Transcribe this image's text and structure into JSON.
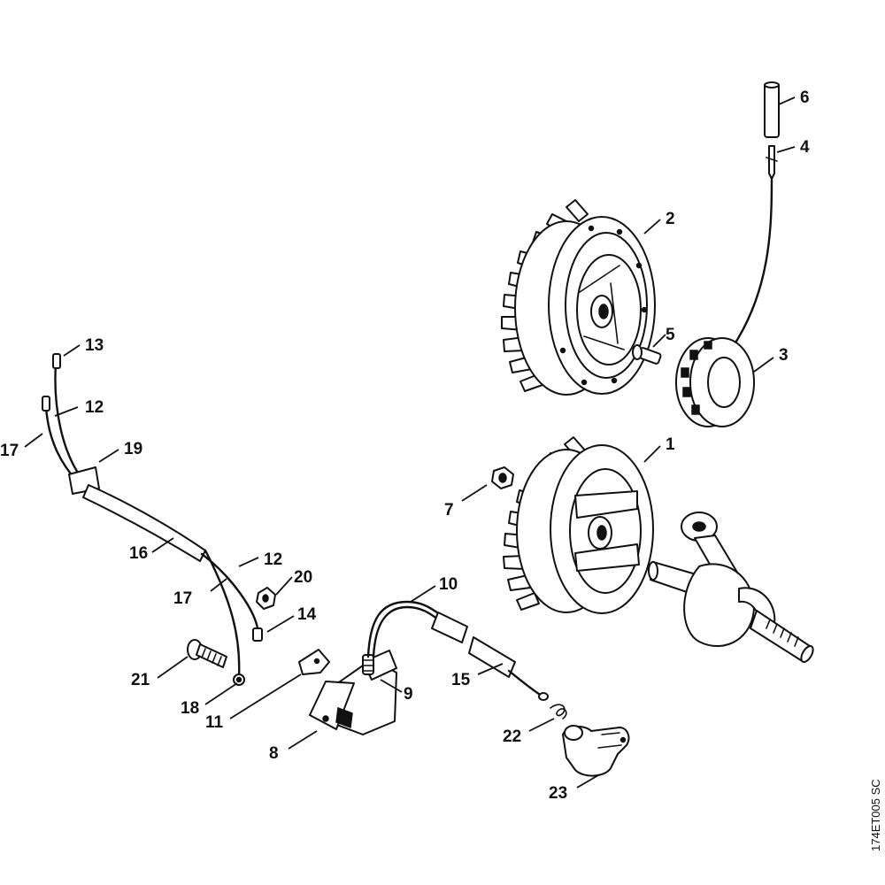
{
  "drawing_code": "174ET005 SC",
  "callouts": [
    {
      "id": "c6",
      "label": "6"
    },
    {
      "id": "c4",
      "label": "4"
    },
    {
      "id": "c2",
      "label": "2"
    },
    {
      "id": "c5",
      "label": "5"
    },
    {
      "id": "c3",
      "label": "3"
    },
    {
      "id": "c1",
      "label": "1"
    },
    {
      "id": "c7",
      "label": "7"
    },
    {
      "id": "c13",
      "label": "13"
    },
    {
      "id": "c12a",
      "label": "12"
    },
    {
      "id": "c17a",
      "label": "17"
    },
    {
      "id": "c19",
      "label": "19"
    },
    {
      "id": "c16",
      "label": "16"
    },
    {
      "id": "c12b",
      "label": "12"
    },
    {
      "id": "c20",
      "label": "20"
    },
    {
      "id": "c17b",
      "label": "17"
    },
    {
      "id": "c10",
      "label": "10"
    },
    {
      "id": "c14",
      "label": "14"
    },
    {
      "id": "c21",
      "label": "21"
    },
    {
      "id": "c9",
      "label": "9"
    },
    {
      "id": "c15",
      "label": "15"
    },
    {
      "id": "c18",
      "label": "18"
    },
    {
      "id": "c11",
      "label": "11"
    },
    {
      "id": "c22",
      "label": "22"
    },
    {
      "id": "c8",
      "label": "8"
    },
    {
      "id": "c23",
      "label": "23"
    }
  ]
}
